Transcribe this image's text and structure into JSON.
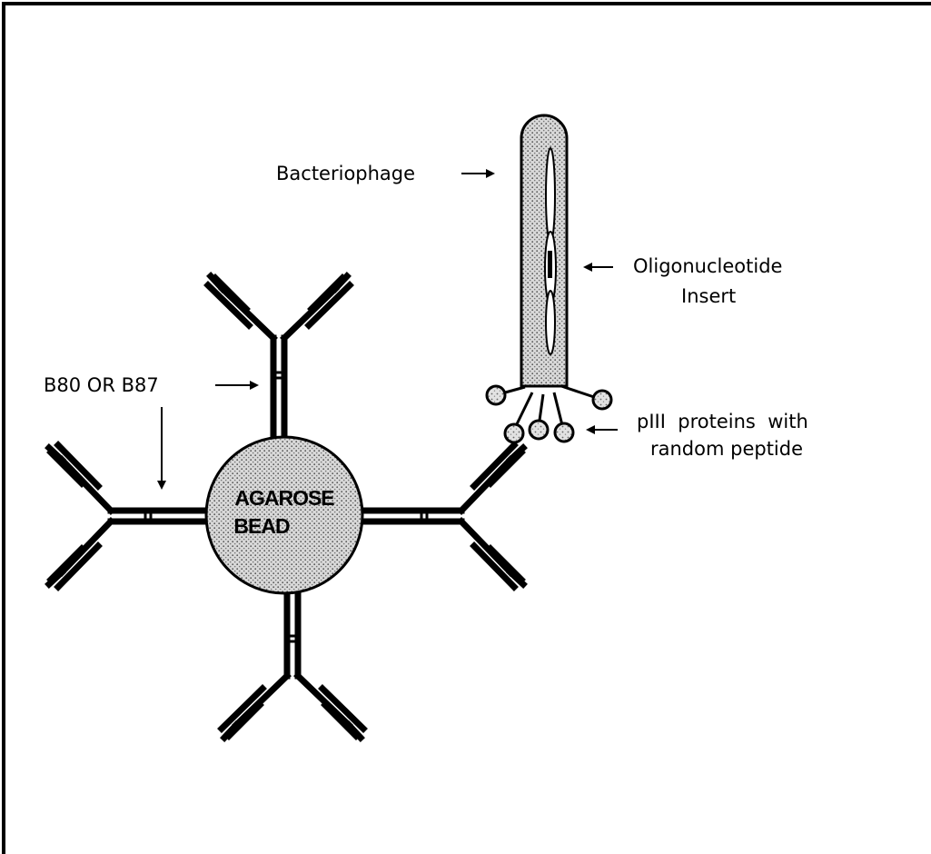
{
  "labels": {
    "bacteriophage": "Bacteriophage",
    "oligo_line1": "Oligonucleotide",
    "oligo_line2": "Insert",
    "antibody": "B80 OR B87",
    "piii_line1": "pIII  proteins  with",
    "piii_line2": "random peptide",
    "bead_line1": "AGAROSE",
    "bead_line2": "BEAD"
  },
  "colors": {
    "ink": "#000000",
    "background": "#ffffff",
    "bead_fill": "#c8c8c8",
    "phage_fill": "#d2d2d2"
  },
  "elements": {
    "antibody_count": 4,
    "piii_protein_count": 5
  }
}
